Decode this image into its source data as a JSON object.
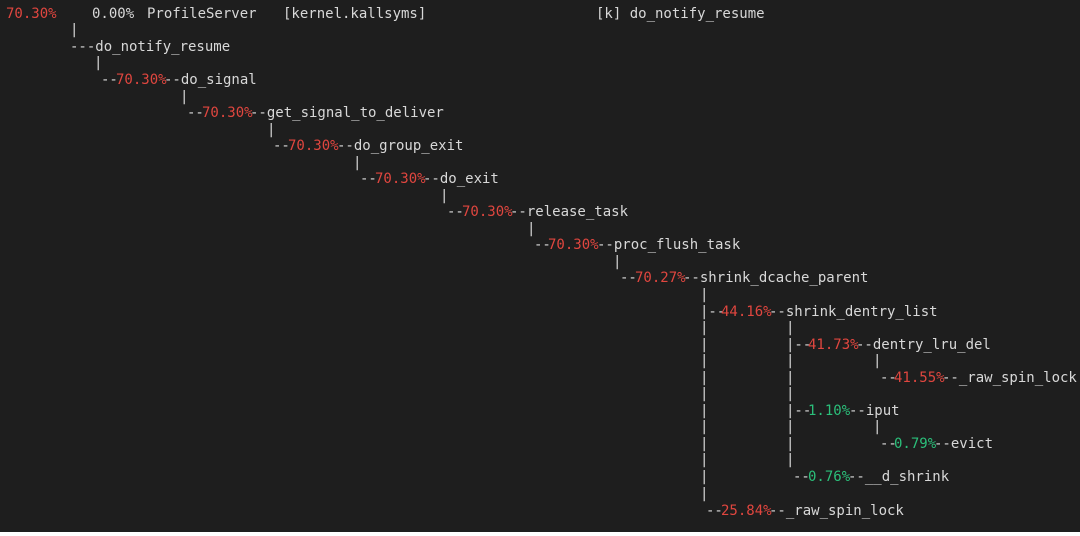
{
  "colors": {
    "background": "#1e1e1e",
    "text": "#d8d8d8",
    "percent_high": "#e0463f",
    "percent_low": "#2bbf7a"
  },
  "header": {
    "children_percent": "70.30%",
    "self_percent": "0.00%",
    "command": "ProfileServer",
    "shared_object": "[kernel.kallsyms]",
    "symbol": "[k] do_notify_resume"
  },
  "lines": [
    {
      "segments": [
        {
          "text": "|",
          "color": "plain"
        }
      ]
    },
    {
      "segments": [
        {
          "text": "---do_notify_resume",
          "color": "plain"
        }
      ]
    },
    {
      "segments": [
        {
          "text": "|",
          "color": "plain"
        }
      ]
    },
    {
      "segments": [
        {
          "text": "--",
          "color": "plain"
        },
        {
          "text": "70.30%",
          "color": "red"
        },
        {
          "text": "--do_signal",
          "color": "plain"
        }
      ]
    },
    {
      "segments": [
        {
          "text": "|",
          "color": "plain"
        }
      ]
    },
    {
      "segments": [
        {
          "text": "--",
          "color": "plain"
        },
        {
          "text": "70.30%",
          "color": "red"
        },
        {
          "text": "--get_signal_to_deliver",
          "color": "plain"
        }
      ]
    },
    {
      "segments": [
        {
          "text": "|",
          "color": "plain"
        }
      ]
    },
    {
      "segments": [
        {
          "text": "--",
          "color": "plain"
        },
        {
          "text": "70.30%",
          "color": "red"
        },
        {
          "text": "--do_group_exit",
          "color": "plain"
        }
      ]
    },
    {
      "segments": [
        {
          "text": "|",
          "color": "plain"
        }
      ]
    },
    {
      "segments": [
        {
          "text": "--",
          "color": "plain"
        },
        {
          "text": "70.30%",
          "color": "red"
        },
        {
          "text": "--do_exit",
          "color": "plain"
        }
      ]
    },
    {
      "segments": [
        {
          "text": "|",
          "color": "plain"
        }
      ]
    },
    {
      "segments": [
        {
          "text": "--",
          "color": "plain"
        },
        {
          "text": "70.30%",
          "color": "red"
        },
        {
          "text": "--release_task",
          "color": "plain"
        }
      ]
    },
    {
      "segments": [
        {
          "text": "|",
          "color": "plain"
        }
      ]
    },
    {
      "segments": [
        {
          "text": "--",
          "color": "plain"
        },
        {
          "text": "70.30%",
          "color": "red"
        },
        {
          "text": "--proc_flush_task",
          "color": "plain"
        }
      ]
    },
    {
      "segments": [
        {
          "text": "|",
          "color": "plain"
        }
      ]
    },
    {
      "segments": [
        {
          "text": "--",
          "color": "plain"
        },
        {
          "text": "70.27%",
          "color": "red"
        },
        {
          "text": "--shrink_dcache_parent",
          "color": "plain"
        }
      ]
    },
    {
      "segments": [
        {
          "text": "|",
          "color": "plain"
        }
      ]
    },
    {
      "segments": [
        {
          "text": "|--",
          "color": "plain"
        },
        {
          "text": "44.16%",
          "color": "red"
        },
        {
          "text": "--shrink_dentry_list",
          "color": "plain"
        }
      ]
    },
    {
      "segments": [
        {
          "text": "|",
          "color": "plain"
        },
        {
          "text": "|",
          "color": "plain"
        }
      ]
    },
    {
      "segments": [
        {
          "text": "|",
          "color": "plain"
        },
        {
          "text": "|--",
          "color": "plain"
        },
        {
          "text": "41.73%",
          "color": "red"
        },
        {
          "text": "--dentry_lru_del",
          "color": "plain"
        }
      ]
    },
    {
      "segments": [
        {
          "text": "|",
          "color": "plain"
        },
        {
          "text": "|",
          "color": "plain"
        },
        {
          "text": "|",
          "color": "plain"
        }
      ]
    },
    {
      "segments": [
        {
          "text": "|",
          "color": "plain"
        },
        {
          "text": "|",
          "color": "plain"
        },
        {
          "text": "--",
          "color": "plain"
        },
        {
          "text": "41.55%",
          "color": "red"
        },
        {
          "text": "--_raw_spin_lock",
          "color": "plain"
        }
      ]
    },
    {
      "segments": [
        {
          "text": "|",
          "color": "plain"
        },
        {
          "text": "|",
          "color": "plain"
        }
      ]
    },
    {
      "segments": [
        {
          "text": "|",
          "color": "plain"
        },
        {
          "text": "|--",
          "color": "plain"
        },
        {
          "text": "1.10%",
          "color": "green"
        },
        {
          "text": "--iput",
          "color": "plain"
        }
      ]
    },
    {
      "segments": [
        {
          "text": "|",
          "color": "plain"
        },
        {
          "text": "|",
          "color": "plain"
        },
        {
          "text": "|",
          "color": "plain"
        }
      ]
    },
    {
      "segments": [
        {
          "text": "|",
          "color": "plain"
        },
        {
          "text": "|",
          "color": "plain"
        },
        {
          "text": "--",
          "color": "plain"
        },
        {
          "text": "0.79%",
          "color": "green"
        },
        {
          "text": "--evict",
          "color": "plain"
        }
      ]
    },
    {
      "segments": [
        {
          "text": "|",
          "color": "plain"
        },
        {
          "text": "|",
          "color": "plain"
        }
      ]
    },
    {
      "segments": [
        {
          "text": "|",
          "color": "plain"
        },
        {
          "text": "--",
          "color": "plain"
        },
        {
          "text": "0.76%",
          "color": "green"
        },
        {
          "text": "--__d_shrink",
          "color": "plain"
        }
      ]
    },
    {
      "segments": [
        {
          "text": "|",
          "color": "plain"
        }
      ]
    },
    {
      "segments": [
        {
          "text": "--",
          "color": "plain"
        },
        {
          "text": "25.84%",
          "color": "red"
        },
        {
          "text": "--_raw_spin_lock",
          "color": "plain"
        }
      ]
    }
  ]
}
